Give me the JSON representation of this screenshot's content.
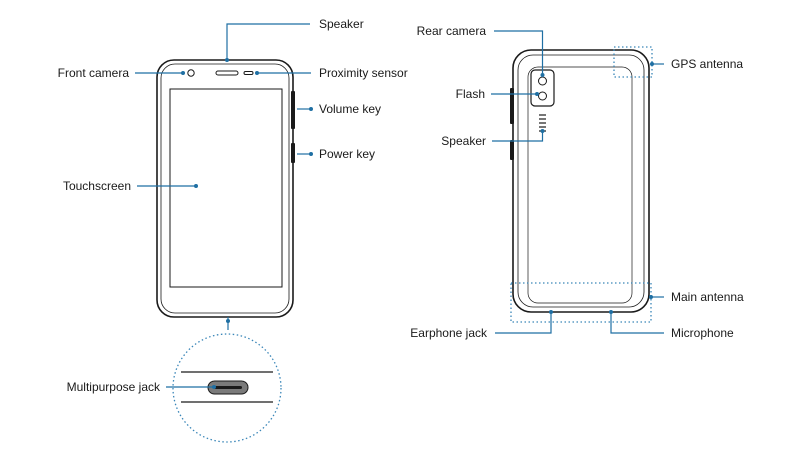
{
  "labels": {
    "speaker_front": "Speaker",
    "front_camera": "Front camera",
    "proximity_sensor": "Proximity sensor",
    "volume_key": "Volume key",
    "power_key": "Power key",
    "touchscreen": "Touchscreen",
    "multipurpose_jack": "Multipurpose jack",
    "rear_camera": "Rear camera",
    "flash": "Flash",
    "speaker_rear": "Speaker",
    "gps_antenna": "GPS antenna",
    "main_antenna": "Main antenna",
    "earphone_jack": "Earphone jack",
    "microphone": "Microphone"
  },
  "colors": {
    "leader": "#1f6fa3",
    "outline": "#1a1a1a",
    "dotted_zone": "#3a86b8"
  }
}
